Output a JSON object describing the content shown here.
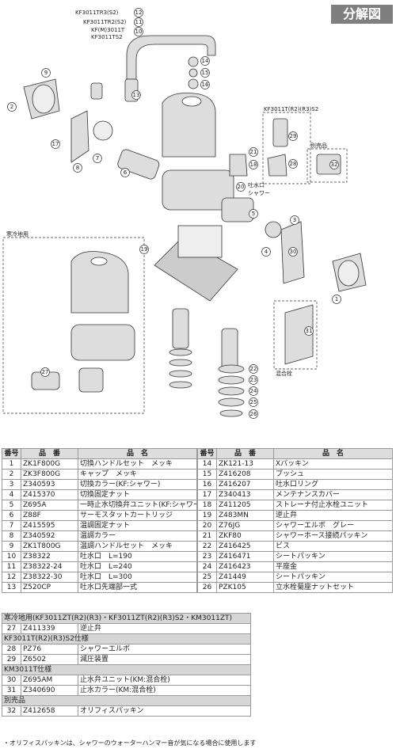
{
  "title": "分解図",
  "diagram_labels": {
    "model_12": "KF3011TR3(S2)",
    "model_11": "KF3011TR2(S2)",
    "model_10a": "KF(M)3011T",
    "model_10b": "KF3011TS2",
    "inset_model": "KF3011T(R2)(R3)S2",
    "separate": "別売品",
    "cold_region": "寒冷地用",
    "shower_label": "シャワー",
    "spout_label": "吐水口",
    "mixing": "混合栓",
    "callouts": [
      "1",
      "2",
      "3",
      "4",
      "5",
      "6",
      "7",
      "8",
      "9",
      "10",
      "11",
      "12",
      "13",
      "14",
      "15",
      "16",
      "17",
      "18",
      "19",
      "20",
      "21",
      "22",
      "23",
      "24",
      "25",
      "26",
      "27",
      "28",
      "29",
      "30",
      "31",
      "32"
    ]
  },
  "table_left": {
    "headers": [
      "番号",
      "品　番",
      "品　名"
    ],
    "rows": [
      [
        "1",
        "ZK1F800G",
        "切換ハンドルセット　メッキ"
      ],
      [
        "2",
        "ZK3F800G",
        "キャップ　メッキ"
      ],
      [
        "3",
        "Z340593",
        "切換カラー(KF:シャワー)"
      ],
      [
        "4",
        "Z415370",
        "切換固定ナット"
      ],
      [
        "5",
        "Z695A",
        "一時止水切換弁ユニット(KF:シャワー)"
      ],
      [
        "6",
        "Z88F",
        "サーモスタットカートリッジ"
      ],
      [
        "7",
        "Z415595",
        "温調固定ナット"
      ],
      [
        "8",
        "Z340592",
        "温調カラー"
      ],
      [
        "9",
        "ZK1T800G",
        "温調ハンドルセット　メッキ"
      ],
      [
        "10",
        "Z38322",
        "吐水口　L=190"
      ],
      [
        "11",
        "Z38322-24",
        "吐水口　L=240"
      ],
      [
        "12",
        "Z38322-30",
        "吐水口　L=300"
      ],
      [
        "13",
        "Z520CP",
        "吐水口先端部一式"
      ]
    ]
  },
  "table_right": {
    "headers": [
      "番号",
      "品　番",
      "品　名"
    ],
    "rows": [
      [
        "14",
        "ZK121-13",
        "Xパッキン"
      ],
      [
        "15",
        "Z416208",
        "ブッシュ"
      ],
      [
        "16",
        "Z416207",
        "吐水口リング"
      ],
      [
        "17",
        "Z340413",
        "メンテナンスカバー"
      ],
      [
        "18",
        "Z411205",
        "ストレーナ付止水栓ユニット"
      ],
      [
        "19",
        "Z483MN",
        "逆止弁"
      ],
      [
        "20",
        "Z76JG",
        "シャワーエルボ　グレー"
      ],
      [
        "21",
        "ZKF80",
        "シャワーホース接続パッキン"
      ],
      [
        "22",
        "Z416425",
        "ビス"
      ],
      [
        "23",
        "Z416471",
        "シートパッキン"
      ],
      [
        "24",
        "Z416423",
        "平座金"
      ],
      [
        "25",
        "Z41449",
        "シートパッキン"
      ],
      [
        "26",
        "PZK105",
        "立水栓菊座ナットセット"
      ]
    ]
  },
  "table_bottom": {
    "rows": [
      {
        "type": "section",
        "text": "寒冷地用(KF3011ZT(R2)(R3)・KF3011ZT(R2)(R3)S2・KM3011ZT)"
      },
      {
        "type": "row",
        "no": "27",
        "code": "Z411339",
        "name": "逆止弁"
      },
      {
        "type": "section",
        "text": "KF3011T(R2)(R3)S2仕様"
      },
      {
        "type": "row",
        "no": "28",
        "code": "PZ76",
        "name": "シャワーエルボ"
      },
      {
        "type": "row",
        "no": "29",
        "code": "Z6502",
        "name": "減圧装置"
      },
      {
        "type": "section",
        "text": "KM3011T仕様"
      },
      {
        "type": "row",
        "no": "30",
        "code": "Z695AM",
        "name": "止水弁ユニット(KM:混合栓)"
      },
      {
        "type": "row",
        "no": "31",
        "code": "Z340690",
        "name": "止水カラー(KM:混合栓)"
      },
      {
        "type": "section",
        "text": "別売品"
      },
      {
        "type": "row",
        "no": "32",
        "code": "Z412658",
        "name": "オリフィスパッキン"
      }
    ]
  },
  "note": "・オリフィスパッキンは、シャワーのウォーターハンマー音が気になる場合に使用します"
}
